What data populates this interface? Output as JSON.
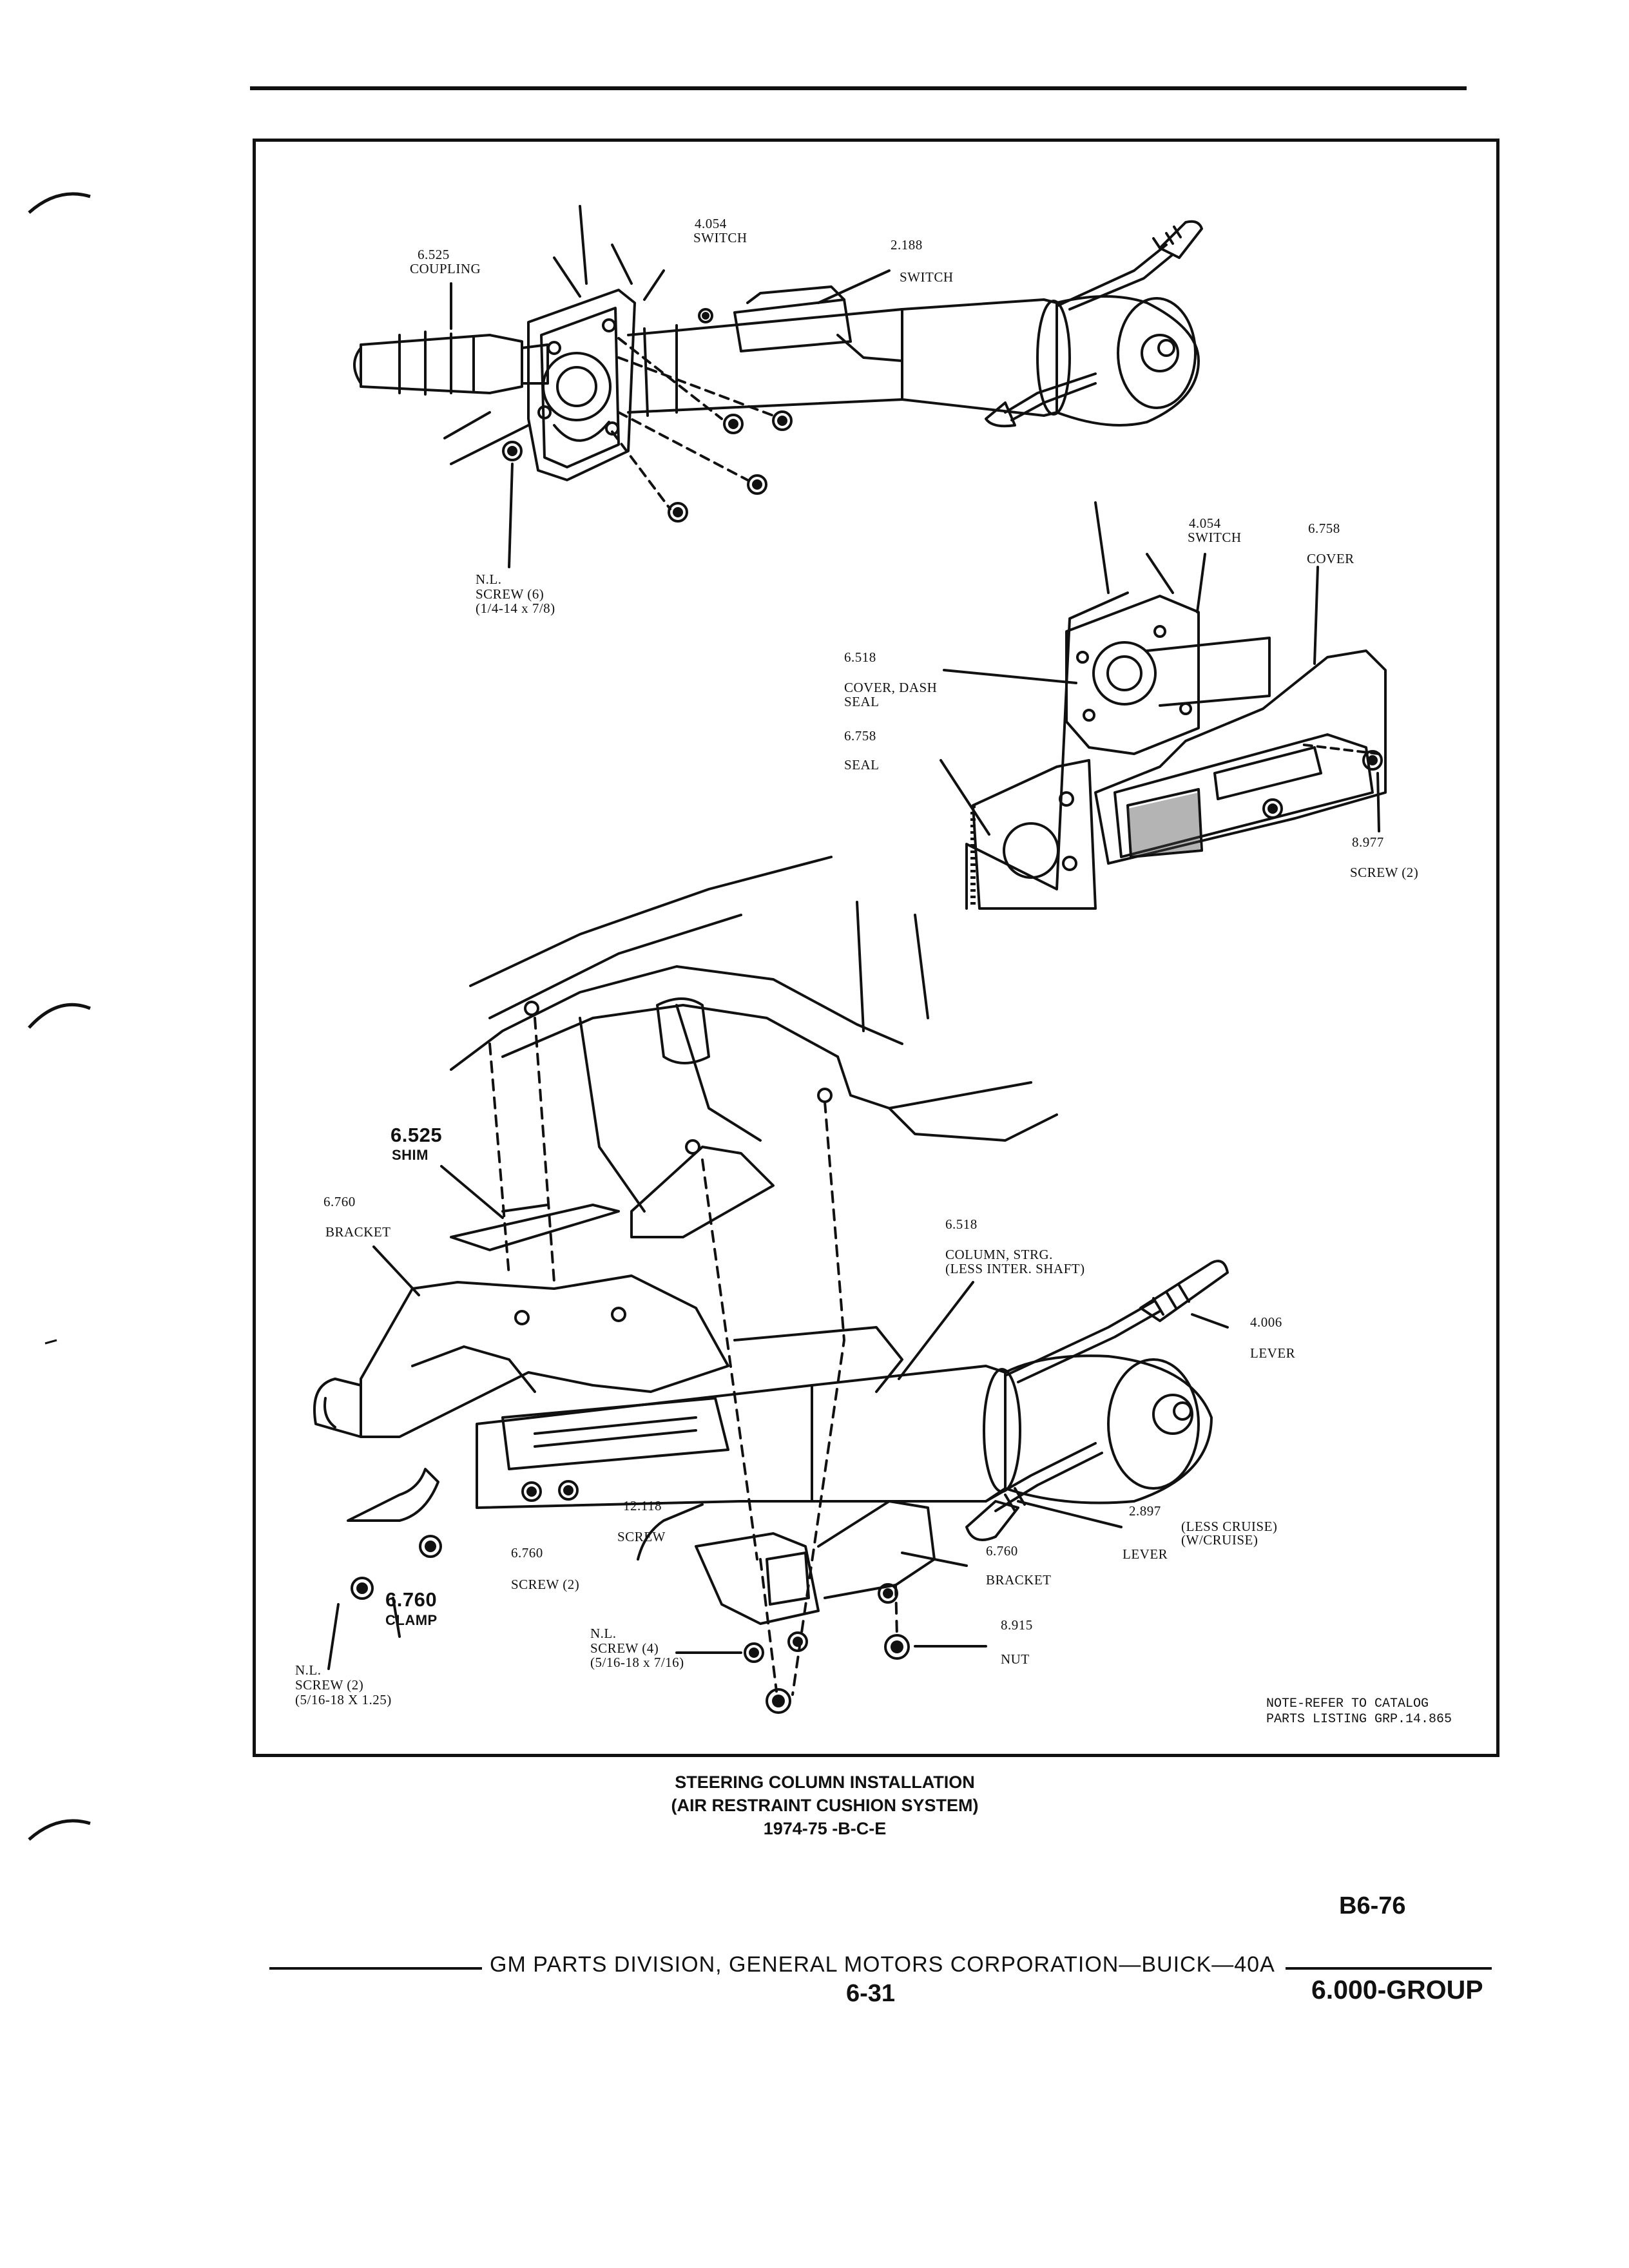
{
  "labels": {
    "coupling_top": {
      "num": "6.525",
      "name": "COUPLING"
    },
    "switch_top_a": {
      "num": "4.054",
      "name": "SWITCH"
    },
    "switch_top_b": {
      "num": "2.188",
      "name": "SWITCH"
    },
    "screw_top": {
      "num": "N.L.",
      "name": "SCREW (6)",
      "spec": "(1/4-14 x 7/8)"
    },
    "switch_mid": {
      "num": "4.054",
      "name": "SWITCH"
    },
    "cover_mid": {
      "num": "6.758",
      "name": "COVER"
    },
    "dash_seal": {
      "num": "6.518",
      "name": "COVER, DASH",
      "name2": "SEAL"
    },
    "seal_mid": {
      "num": "6.758",
      "name": "SEAL"
    },
    "screw_mid": {
      "num": "8.977",
      "name": "SCREW (2)"
    },
    "shim": {
      "num": "6.525",
      "name": "SHIM"
    },
    "bracket_left": {
      "num": "6.760",
      "name": "BRACKET"
    },
    "column": {
      "num": "6.518",
      "name": "COLUMN, STRG.",
      "name2": "(LESS INTER. SHAFT)"
    },
    "lever_top": {
      "num": "4.006",
      "name": "LEVER"
    },
    "screw_12": {
      "num": "12.118",
      "name": "SCREW"
    },
    "lever_bottom": {
      "num": "2.897",
      "name": "LEVER",
      "cruise1": "(LESS CRUISE)",
      "cruise2": "(W/CRUISE)"
    },
    "screw_6760": {
      "num": "6.760",
      "name": "SCREW (2)"
    },
    "clamp": {
      "num": "6.760",
      "name": "CLAMP"
    },
    "bracket_right": {
      "num": "6.760",
      "name": "BRACKET"
    },
    "nut": {
      "num": "8.915",
      "name": "NUT"
    },
    "screw_4": {
      "num": "N.L.",
      "name": "SCREW (4)",
      "spec": "(5/16-18 x 7/16)"
    },
    "screw_2": {
      "num": "N.L.",
      "name": "SCREW (2)",
      "spec": "(5/16-18 X 1.25)"
    }
  },
  "note": {
    "line1": "NOTE-REFER TO CATALOG",
    "line2": "PARTS LISTING GRP.14.865"
  },
  "caption": {
    "line1": "STEERING COLUMN INSTALLATION",
    "line2": "(AIR RESTRAINT CUSHION SYSTEM)",
    "line3": "1974-75 -B-C-E"
  },
  "figure_code": "B6-76",
  "footer": {
    "publisher": "GM PARTS DIVISION, GENERAL MOTORS CORPORATION—BUICK—40A",
    "page_number": "6-31",
    "group": "6.000-GROUP"
  }
}
